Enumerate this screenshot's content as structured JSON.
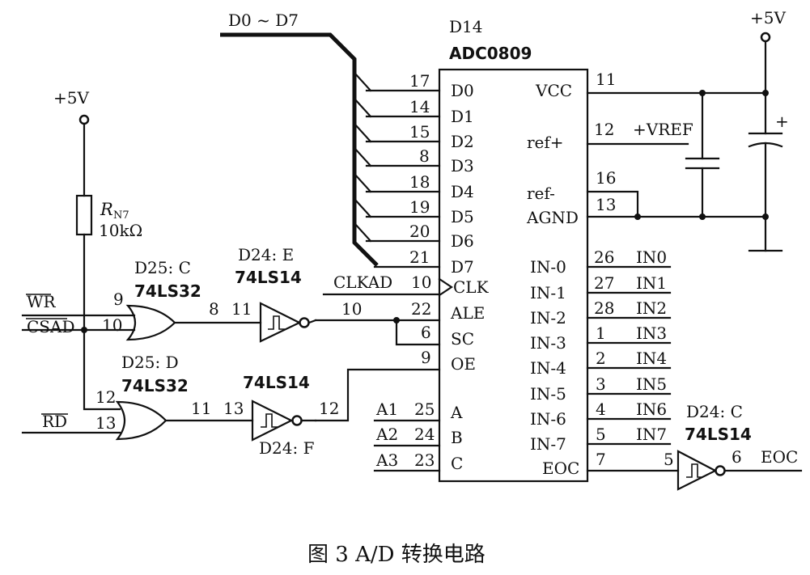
{
  "chip": {
    "ref": "D14",
    "part": "ADC0809",
    "left_pins": [
      {
        "num": "17",
        "name": "D0"
      },
      {
        "num": "14",
        "name": "D1"
      },
      {
        "num": "15",
        "name": "D2"
      },
      {
        "num": "8",
        "name": "D3"
      },
      {
        "num": "18",
        "name": "D4"
      },
      {
        "num": "19",
        "name": "D5"
      },
      {
        "num": "20",
        "name": "D6"
      },
      {
        "num": "21",
        "name": "D7"
      },
      {
        "num": "10",
        "name": "CLK"
      },
      {
        "num": "22",
        "name": "ALE"
      },
      {
        "num": "6",
        "name": "SC"
      },
      {
        "num": "9",
        "name": "OE"
      },
      {
        "num": "25",
        "name": "A"
      },
      {
        "num": "24",
        "name": "B"
      },
      {
        "num": "23",
        "name": "C"
      }
    ],
    "right_pins": [
      {
        "num": "11",
        "name": "VCC"
      },
      {
        "num": "12",
        "name": "ref+"
      },
      {
        "num": "16",
        "name": "ref-"
      },
      {
        "num": "13",
        "name": "AGND"
      },
      {
        "num": "26",
        "name": "IN-0"
      },
      {
        "num": "27",
        "name": "IN-1"
      },
      {
        "num": "28",
        "name": "IN-2"
      },
      {
        "num": "1",
        "name": "IN-3"
      },
      {
        "num": "2",
        "name": "IN-4"
      },
      {
        "num": "3",
        "name": "IN-5"
      },
      {
        "num": "4",
        "name": "IN-6"
      },
      {
        "num": "5",
        "name": "IN-7"
      },
      {
        "num": "7",
        "name": "EOC"
      }
    ]
  },
  "nets": {
    "bus": "D0 ~ D7",
    "vref": "+VREF",
    "clkad": "CLKAD",
    "wr": "WR",
    "csad": "CSAD",
    "rd": "RD",
    "a1": "A1",
    "a2": "A2",
    "a3": "A3",
    "eoc": "EOC",
    "inputs": [
      "IN0",
      "IN1",
      "IN2",
      "IN3",
      "IN4",
      "IN5",
      "IN6",
      "IN7"
    ]
  },
  "power": {
    "left": "+5V",
    "right": "+5V",
    "cap_plus": "+"
  },
  "resistor": {
    "ref_main": "R",
    "ref_sub": "N7",
    "value": "10kΩ"
  },
  "gates": {
    "or_c": {
      "ref": "D25: C",
      "part": "74LS32",
      "in_a": "9",
      "in_b": "10",
      "out": "8"
    },
    "or_d": {
      "ref": "D25: D",
      "part": "74LS32",
      "in_a": "12",
      "in_b": "13",
      "out": "11"
    },
    "inv_e": {
      "ref": "D24: E",
      "part": "74LS14",
      "in": "11",
      "out": "10"
    },
    "inv_f": {
      "ref": "D24: F",
      "part": "74LS14",
      "in": "13",
      "out": "12"
    },
    "inv_c": {
      "ref": "D24: C",
      "part": "74LS14",
      "in": "5",
      "out": "6"
    }
  },
  "caption": "图 3   A/D 转换电路"
}
